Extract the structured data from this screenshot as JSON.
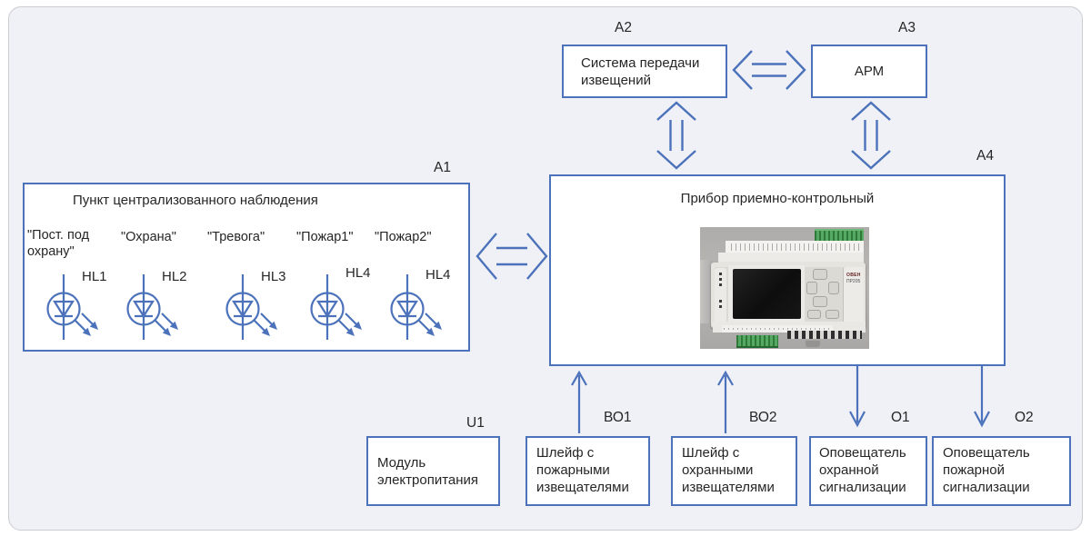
{
  "colors": {
    "accent": "#4b72ba",
    "text": "#262626",
    "background": "#f0f1f6",
    "box_fill": "#ffffff"
  },
  "blocks": {
    "a1": {
      "ref": "А1",
      "title": "Пункт централизованного наблюдения",
      "leds": [
        {
          "name": "\"Пост. под охрану\"",
          "ref": "HL1"
        },
        {
          "name": "\"Охрана\"",
          "ref": "HL2"
        },
        {
          "name": "\"Тревога\"",
          "ref": "HL3"
        },
        {
          "name": "\"Пожар1\"",
          "ref": "HL4"
        },
        {
          "name": "\"Пожар2\"",
          "ref": "HL4"
        }
      ]
    },
    "a2": {
      "ref": "А2",
      "label": "Система передачи извещений"
    },
    "a3": {
      "ref": "А3",
      "label": "АРМ"
    },
    "a4": {
      "ref": "А4",
      "title": "Прибор приемно-контрольный",
      "device": {
        "brand": "ОВЕН",
        "model": "ПР205"
      }
    },
    "u1": {
      "ref": "U1",
      "label": "Модуль электропитания"
    },
    "bo1": {
      "ref": "ВО1",
      "label": "Шлейф с пожарными извещателями"
    },
    "bo2": {
      "ref": "ВО2",
      "label": "Шлейф с охранными извещателями"
    },
    "o1": {
      "ref": "О1",
      "label": "Оповещатель охранной сигнализации"
    },
    "o2": {
      "ref": "О2",
      "label": "Оповещатель пожарной сигнализации"
    }
  }
}
